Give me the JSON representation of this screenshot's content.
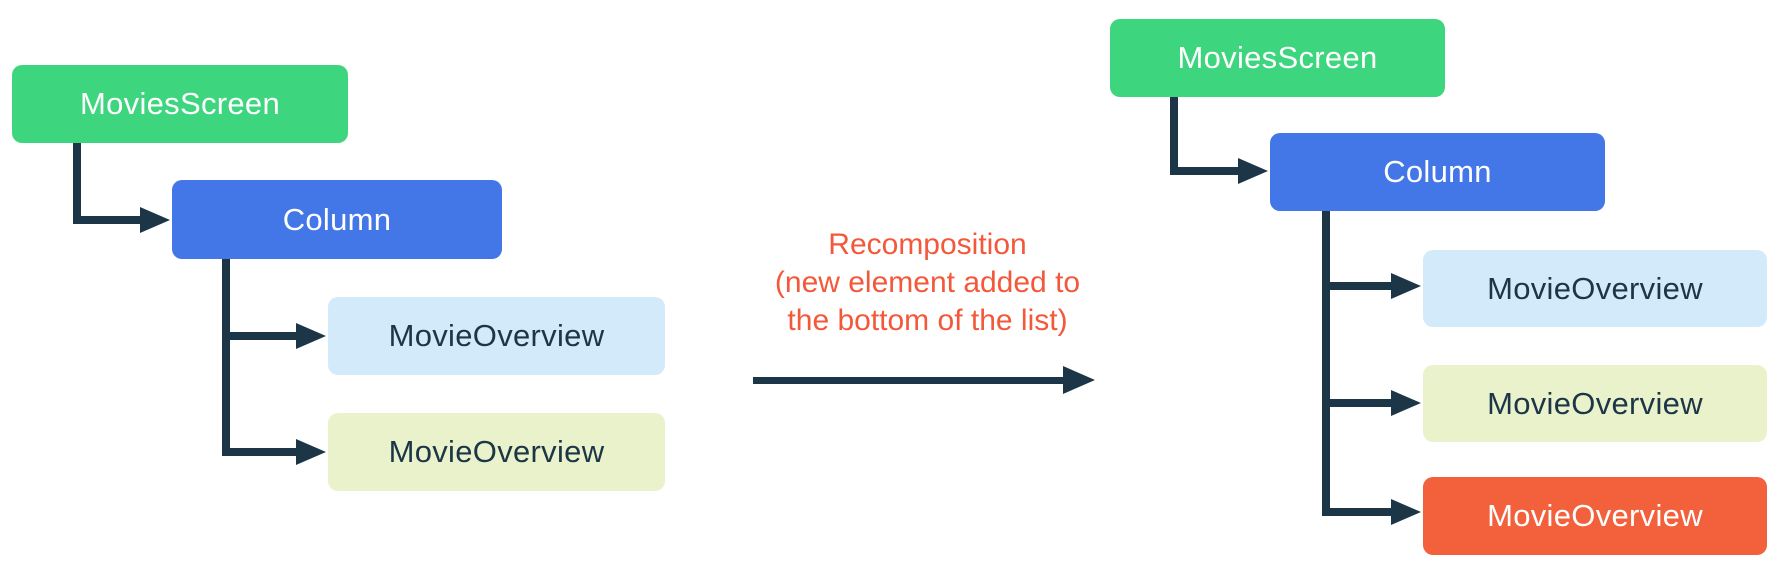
{
  "colors": {
    "connector": "#1c3648",
    "caption_text": "#f4583a",
    "green": "#3ed57f",
    "blue": "#4377e8",
    "light_blue": "#d3eafb",
    "light_yellow": "#eaf2cb",
    "orange": "#f2613c",
    "white_text": "#ffffff",
    "dark_text": "#1c3648"
  },
  "caption": {
    "line1": "Recomposition",
    "line2": "(new element added to",
    "line3": "the bottom of the list)"
  },
  "left_tree": {
    "movies_screen": {
      "label": "MoviesScreen"
    },
    "column": {
      "label": "Column"
    },
    "movie_overview_1": {
      "label": "MovieOverview"
    },
    "movie_overview_2": {
      "label": "MovieOverview"
    }
  },
  "right_tree": {
    "movies_screen": {
      "label": "MoviesScreen"
    },
    "column": {
      "label": "Column"
    },
    "movie_overview_1": {
      "label": "MovieOverview"
    },
    "movie_overview_2": {
      "label": "MovieOverview"
    },
    "movie_overview_3": {
      "label": "MovieOverview"
    }
  }
}
